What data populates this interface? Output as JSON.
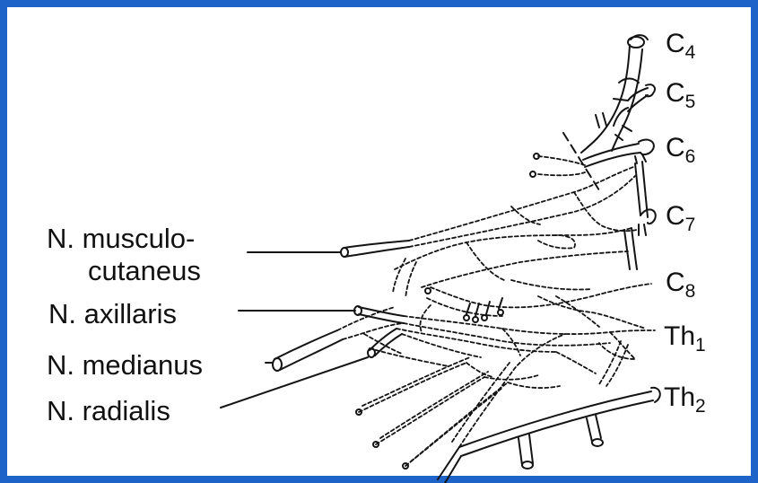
{
  "colors": {
    "border": "#1e63c8",
    "ink": "#141414",
    "background": "#ffffff"
  },
  "labels": {
    "musculo_line1": "N. musculo-",
    "musculo_line2": "cutaneus",
    "axillaris": "N. axillaris",
    "medianus": "N. medianus",
    "radialis": "N. radialis"
  },
  "roots": [
    {
      "base": "C",
      "sub": "4"
    },
    {
      "base": "C",
      "sub": "5"
    },
    {
      "base": "C",
      "sub": "6"
    },
    {
      "base": "C",
      "sub": "7"
    },
    {
      "base": "C",
      "sub": "8"
    },
    {
      "base": "Th",
      "sub": "1"
    },
    {
      "base": "Th",
      "sub": "2"
    }
  ]
}
